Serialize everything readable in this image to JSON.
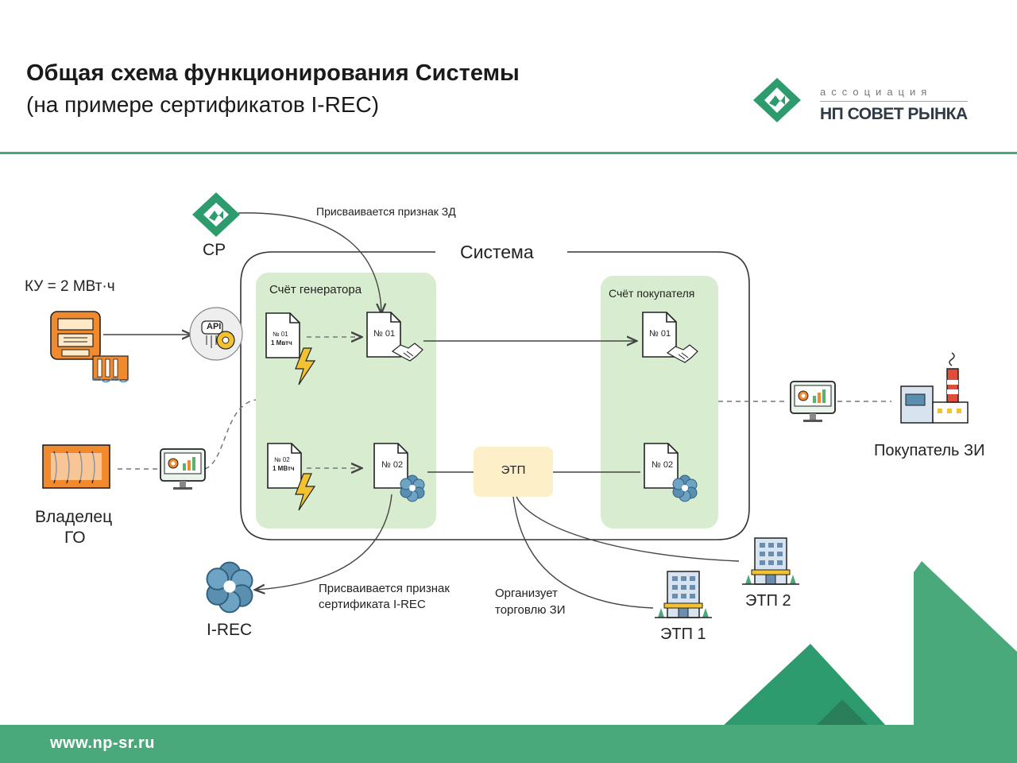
{
  "header": {
    "title": "Общая схема функционирования Системы",
    "subtitle": "(на примере сертификатов I-REC)",
    "logo_small": "ассоциация",
    "logo_big": "НП СОВЕТ РЫНКА"
  },
  "diagram": {
    "system_label": "Система",
    "generator_account": "Счёт генератора",
    "buyer_account": "Счёт покупателя",
    "cp_label": "СР",
    "assign_zd": "Присваивается признак ЗД",
    "ku_label": "КУ = 2 МВт·ч",
    "owner_label_1": "Владелец",
    "owner_label_2": "ГО",
    "irec_label": "I-REC",
    "assign_cert_1": "Присваивается признак",
    "assign_cert_2": "сертификата I-REC",
    "organizes_1": "Организует",
    "organizes_2": "торговлю ЗИ",
    "etp_label": "ЭТП",
    "etp1_label": "ЭТП 1",
    "etp2_label": "ЭТП 2",
    "buyer_label": "Покупатель ЗИ",
    "doc_no01": "№ 01",
    "doc_no02": "№ 02",
    "doc_1mwh": "1 Мвтч",
    "doc_1mwh_b": "1 МВтч",
    "api_label": "API"
  },
  "footer": {
    "url": "www.np-sr.ru"
  },
  "colors": {
    "brand_green": "#4aa97b",
    "account_fill": "#d8edd0",
    "etp_fill": "#fdf0c8",
    "lightning": "#f2c230"
  }
}
